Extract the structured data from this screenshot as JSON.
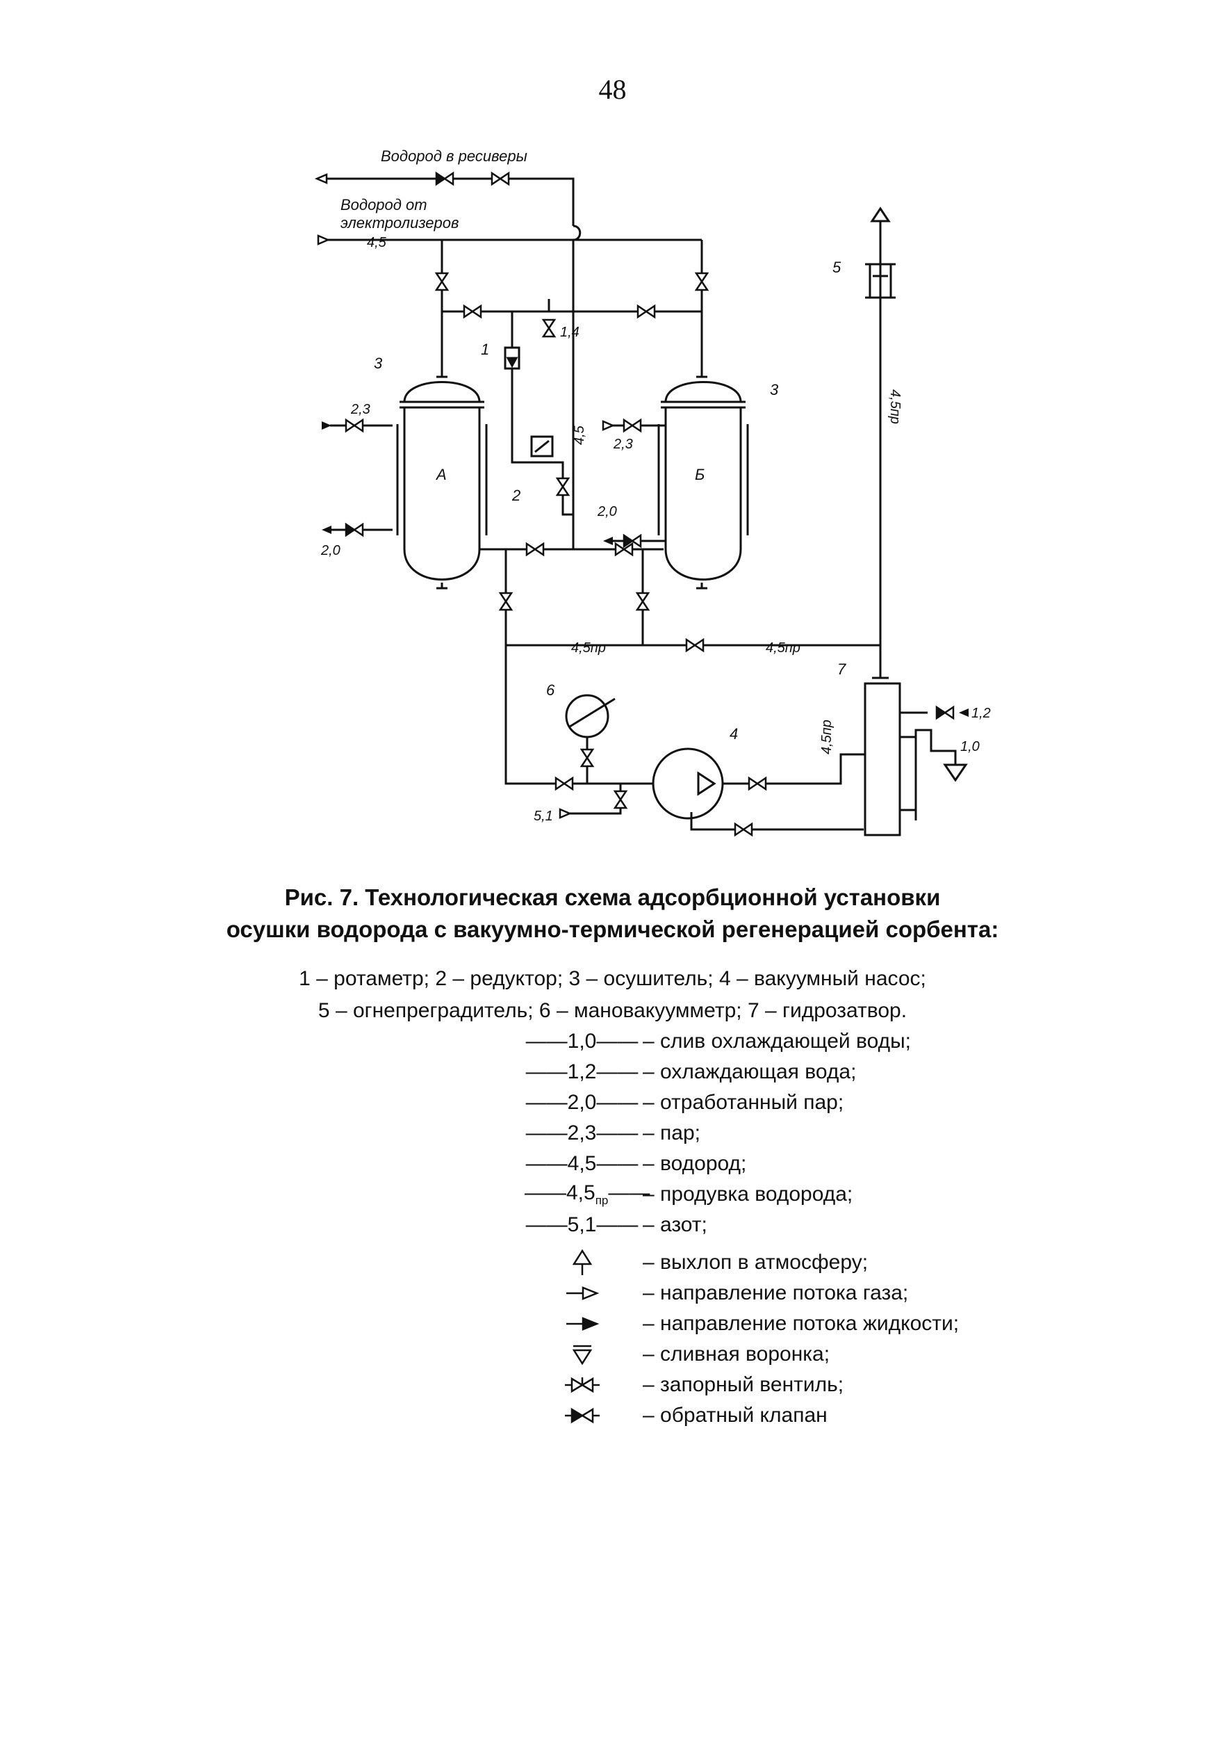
{
  "page_number": "48",
  "diagram": {
    "labels": {
      "h2_to_receivers": "Водород в ресиверы",
      "h2_from_electrolyzers_1": "Водород от",
      "h2_from_electrolyzers_2": "электролизеров",
      "line_45": "4,5",
      "line_14": "1,4",
      "line_23": "2,3",
      "line_20": "2,0",
      "line_12": "1,2",
      "line_10": "1,0",
      "line_51": "5,1",
      "line_45pr": "4,5пр",
      "vessel_a": "А",
      "vessel_b": "Б",
      "item_1": "1",
      "item_2": "2",
      "item_3": "3",
      "item_4": "4",
      "item_5": "5",
      "item_6": "6",
      "item_7": "7"
    }
  },
  "caption": {
    "line1": "Рис. 7. Технологическая схема адсорбционной установки",
    "line2": "осушки водорода с вакуумно-термической регенерацией сорбента:"
  },
  "parts": {
    "line1": "1 – ротаметр; 2 – редуктор; 3 – осушитель; 4 – вакуумный насос;",
    "line2": "5 – огнепреградитель; 6 – мановакуумметр; 7 – гидрозатвор."
  },
  "legend": [
    {
      "symbol": "1,0",
      "desc": "– слив охлаждающей воды;"
    },
    {
      "symbol": "1,2",
      "desc": "– охлаждающая вода;"
    },
    {
      "symbol": "2,0",
      "desc": "– отработанный пар;"
    },
    {
      "symbol": "2,3",
      "desc": "– пар;"
    },
    {
      "symbol": "4,5",
      "desc": "– водород;"
    },
    {
      "symbol": "4,5",
      "sub": "пр",
      "desc": "– продувка водорода;"
    },
    {
      "symbol": "5,1",
      "desc": "– азот;"
    },
    {
      "icon": "exhaust-to-atmosphere-icon",
      "desc": "– выхлоп в атмосферу;"
    },
    {
      "icon": "gas-flow-direction-icon",
      "desc": "– направление потока газа;"
    },
    {
      "icon": "liquid-flow-direction-icon",
      "desc": "– направление потока жидкости;"
    },
    {
      "icon": "drain-funnel-icon",
      "desc": "– сливная воронка;"
    },
    {
      "icon": "shutoff-valve-icon",
      "desc": "– запорный вентиль;"
    },
    {
      "icon": "check-valve-icon",
      "desc": "– обратный клапан"
    }
  ]
}
